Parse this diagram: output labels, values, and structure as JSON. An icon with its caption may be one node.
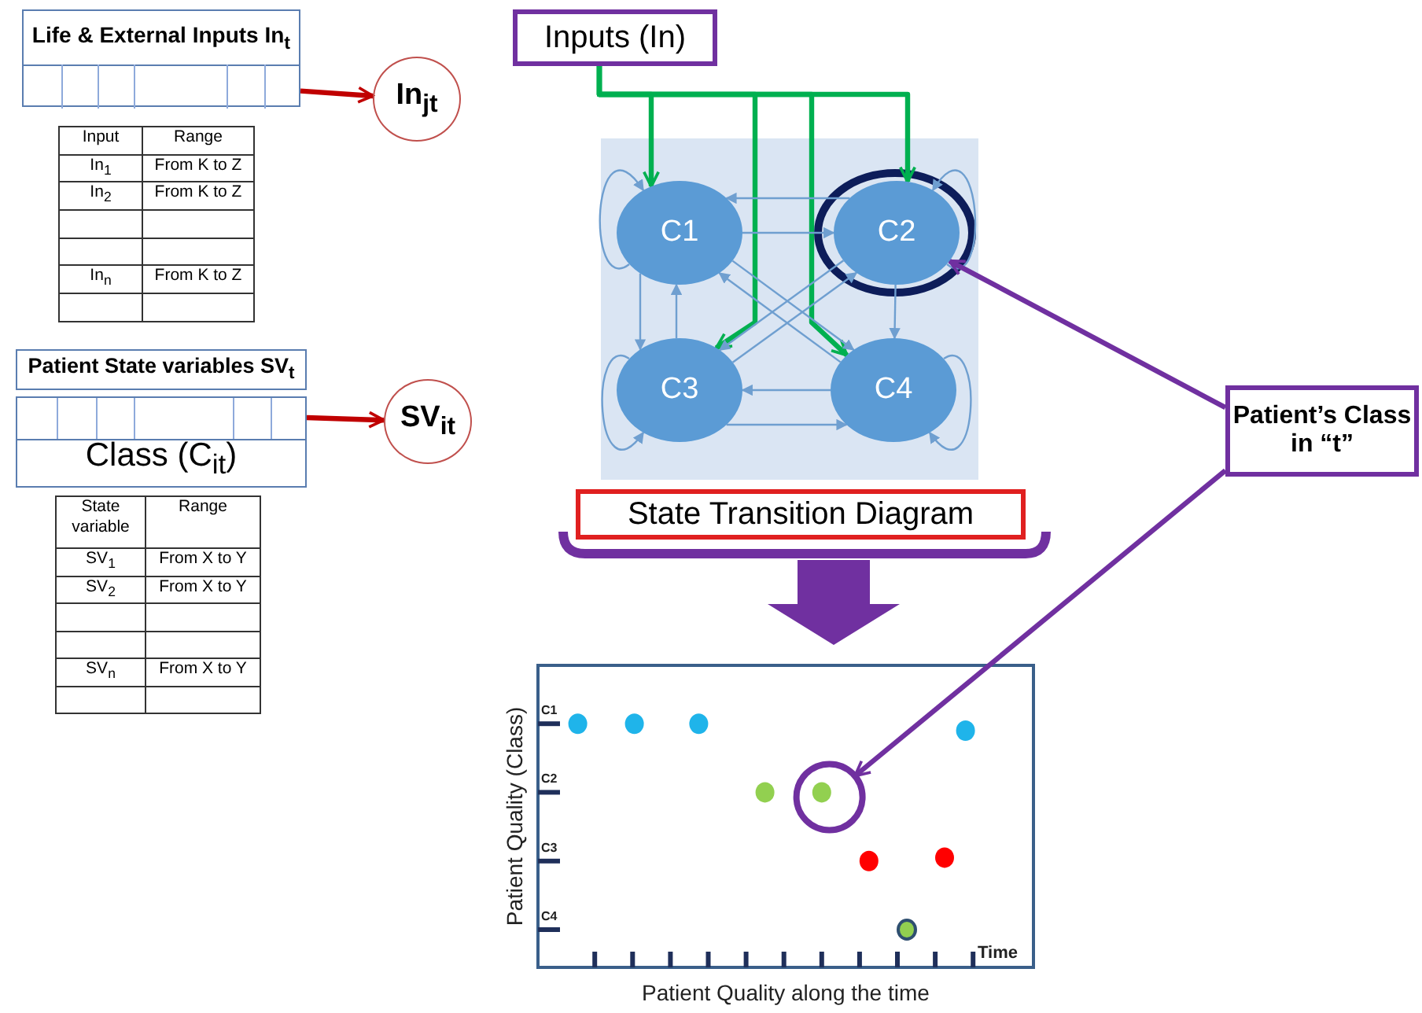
{
  "diagram": {
    "nodes": [
      {
        "text": [
          "Life & External Inputs In$_{t}$"
        ]
      },
      {
        "text": [
          "In$_{jt}$"
        ]
      },
      {
        "text": [
          "Patient State variables SV$_{t}$"
        ]
      },
      {
        "text": [
          "Class (C$_{it}$)"
        ]
      },
      {
        "text": [
          "SV$_{it}$"
        ]
      },
      {
        "text": [
          "Inputs (In)"
        ]
      },
      {
        "text": [],
        "shape": "box"
      },
      {
        "text": [
          "C1"
        ],
        "in": 6
      },
      {
        "text": [
          "C2"
        ],
        "in": 6
      },
      {
        "text": [
          "C3"
        ],
        "in": 6
      },
      {
        "text": [
          "C4"
        ],
        "in": 6
      },
      {
        "text": [
          "State Transition Diagram"
        ]
      },
      {
        "text": [
          "Patient’s Class in “t”"
        ]
      },
      {
        "text": [],
        "shape": "circle"
      }
    ],
    "edges": [
      {
        "from": 0,
        "to": 1,
        "arrow": "to",
        "style": "thick",
        "color": "#c00000"
      },
      {
        "from": 3,
        "to": 4,
        "arrow": "to",
        "style": "thick",
        "color": "#c00000"
      },
      {
        "from": 5,
        "to": 7,
        "arrow": "to",
        "style": "thick",
        "color": "#00b050"
      },
      {
        "from": 5,
        "to": 8,
        "arrow": "to",
        "style": "thick",
        "color": "#00b050"
      },
      {
        "from": 5,
        "to": 9,
        "arrow": "to",
        "style": "thick",
        "color": "#00b050"
      },
      {
        "from": 5,
        "to": 10,
        "arrow": "to",
        "style": "thick",
        "color": "#00b050"
      },
      {
        "from": 7,
        "to": 8,
        "arrow": "to"
      },
      {
        "from": 8,
        "to": 7,
        "arrow": "to"
      },
      {
        "from": 7,
        "to": 9,
        "arrow": "to"
      },
      {
        "from": 9,
        "to": 7,
        "arrow": "to"
      },
      {
        "from": 8,
        "to": 10,
        "arrow": "to"
      },
      {
        "from": 10,
        "to": 9,
        "arrow": "to"
      },
      {
        "from": 9,
        "to": 10,
        "arrow": "to"
      },
      {
        "from": 7,
        "to": 10,
        "arrow": "to"
      },
      {
        "from": 10,
        "to": 7,
        "arrow": "to"
      },
      {
        "from": 8,
        "to": 9,
        "arrow": "to"
      },
      {
        "from": 9,
        "to": 8,
        "arrow": "to"
      },
      {
        "from": 7,
        "to": 7,
        "arrow": "to"
      },
      {
        "from": 9,
        "to": 9,
        "arrow": "to"
      },
      {
        "from": 8,
        "to": 8,
        "arrow": "to"
      },
      {
        "from": 10,
        "to": 10,
        "arrow": "to"
      },
      {
        "from": 12,
        "to": 8,
        "arrow": "to",
        "style": "thick",
        "color": "#7030a0"
      },
      {
        "from": 12,
        "to": 13,
        "arrow": "to",
        "style": "thick",
        "color": "#7030a0"
      }
    ],
    "labels": [
      "Input",
      "Range",
      "In$_{1}$",
      "From K to Z",
      "In$_{2}$",
      "From K to Z",
      "In$_{n}$",
      "From K to Z",
      "State variable",
      "Range",
      "SV$_{1}$",
      "From X to Y",
      "SV$_{2}$",
      "From X to Y",
      "SV$_{n}$",
      "From X to Y",
      "C1",
      "C2",
      "C3",
      "C4",
      "Patient Quality (Class)",
      "Time",
      "Patient Quality along the time"
    ]
  }
}
